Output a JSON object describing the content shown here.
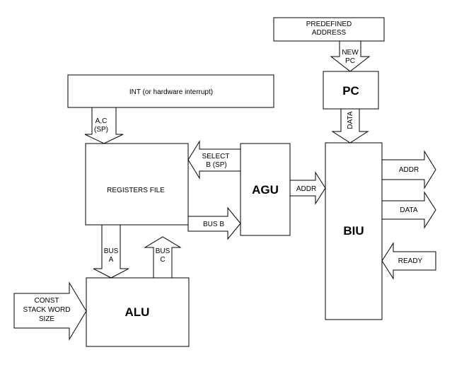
{
  "blocks": {
    "predefined_address": [
      "PREDEFINED",
      "ADDRESS"
    ],
    "int": "INT (or hardware interrupt)",
    "pc": "PC",
    "registers_file": "REGISTERS FILE",
    "agu": "AGU",
    "biu": "BIU",
    "alu": "ALU"
  },
  "signals": {
    "new_pc": [
      "NEW",
      "PC"
    ],
    "int_regs": [
      "A,C",
      "(SP)"
    ],
    "pc_data": "DATA",
    "select": [
      "SELECT",
      "B (SP)"
    ],
    "bus_b": "BUS B",
    "agu_addr": "ADDR",
    "bus_a": [
      "BUS",
      "A"
    ],
    "bus_c": [
      "BUS",
      "C"
    ],
    "const": [
      "CONST",
      "STACK WORD",
      "SIZE"
    ],
    "addr_out": "ADDR",
    "data_out": "DATA",
    "ready_in": "READY"
  }
}
